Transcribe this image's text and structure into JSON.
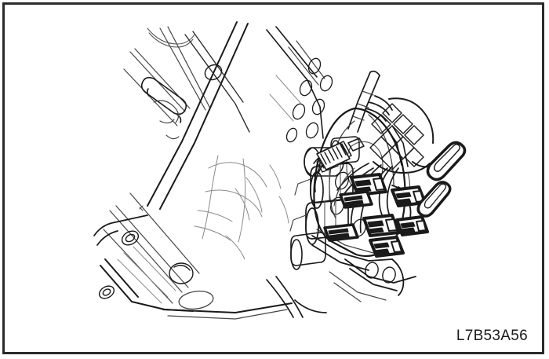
{
  "figure": {
    "code_label": "L7B53A56",
    "title": "Automatic transmission valve body with shift solenoids and wiring harness connectors",
    "subject": "transmission-valve-body-assembly",
    "drawing_style": "line-art-technical-illustration",
    "border_color": "#2b2b2b",
    "line_color": "#1a1a1a",
    "thin_line_color": "#555555",
    "background_color": "#ffffff",
    "fill_color": "#ffffff",
    "components": [
      {
        "name": "transmission-case-housing",
        "description": "Cast aluminium case with diagonal ribs occupying the left portion of the view"
      },
      {
        "name": "case-mounting-flange",
        "description": "Lower flange edge with bolt holes running diagonally across the lower left"
      },
      {
        "name": "valve-body",
        "description": "Central valve body block with machined bores"
      },
      {
        "name": "shift-solenoid",
        "description": "Cylindrical solenoid bodies mounted on the valve body face"
      },
      {
        "name": "solenoid-connector-cap",
        "description": "Ribbed connector cap on the solenoid terminal end"
      },
      {
        "name": "wiring-harness",
        "description": "Braided harness sleeve routed over the valve body"
      },
      {
        "name": "harness-connector",
        "description": "Rectangular electrical connector blocks with terminal bars"
      },
      {
        "name": "harness-retaining-clip",
        "description": "Flat looped bracket clips securing the harness to the case"
      },
      {
        "name": "fluid-tube",
        "description": "Tubular line entering from the upper region"
      }
    ]
  }
}
